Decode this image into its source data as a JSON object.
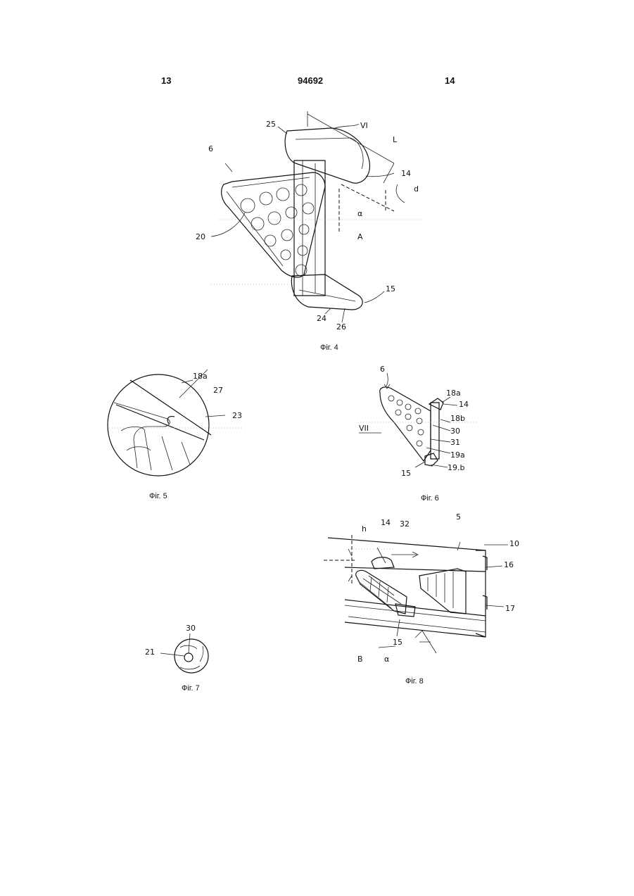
{
  "header": {
    "left_page": "13",
    "doc_number": "94692",
    "right_page": "14"
  },
  "figures": {
    "fig4": {
      "caption": "Фіг. 4",
      "labels": {
        "l6": "6",
        "l25": "25",
        "lVI": "VI",
        "lL": "L",
        "l14": "14",
        "ld": "d",
        "lalpha": "α",
        "lA": "A",
        "l20": "20",
        "l15": "15",
        "l24": "24",
        "l26": "26"
      }
    },
    "fig5": {
      "caption": "Фіг. 5",
      "labels": {
        "l18a": "18a",
        "l27": "27",
        "l23": "23"
      }
    },
    "fig6": {
      "caption": "Фіг. 6",
      "labels": {
        "l6": "6",
        "l18a": "18a",
        "l14": "14",
        "l18b": "18b",
        "lVII": "VII",
        "l30": "30",
        "l31": "31",
        "l19a": "19a",
        "l15": "15",
        "l19b": "19.b"
      }
    },
    "fig7": {
      "caption": "Фіг. 7",
      "labels": {
        "l30": "30",
        "l21": "21"
      }
    },
    "fig8": {
      "caption": "Фіг. 8",
      "labels": {
        "lh": "h",
        "l14": "14",
        "l32": "32",
        "l5": "5",
        "l10": "10",
        "l16": "16",
        "l17": "17",
        "l15": "15",
        "lB": "B",
        "lalpha": "α"
      }
    }
  }
}
